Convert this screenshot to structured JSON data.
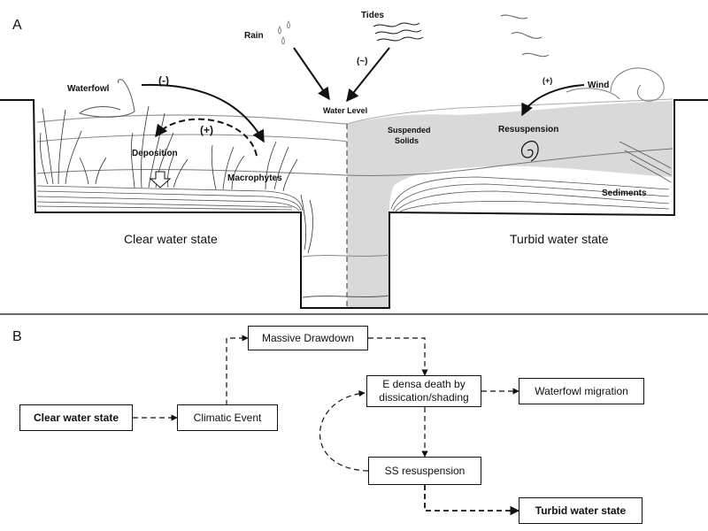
{
  "panel_a": {
    "letter": "A",
    "labels": {
      "rain": "Rain",
      "tides": "Tides",
      "tides_sign": "(~)",
      "waterfowl": "Waterfowl",
      "waterfowl_sign": "(-)",
      "feedback_sign": "(+)",
      "deposition": "Deposition",
      "macrophytes": "Macrophytes",
      "water_level": "Water Level",
      "suspended_solids_1": "Suspended",
      "suspended_solids_2": "Solids",
      "resuspension": "Resuspension",
      "wind_sign": "(+)",
      "wind": "Wind",
      "sediments": "Sediments"
    },
    "clear_state": "Clear water state",
    "turbid_state": "Turbid water state"
  },
  "panel_b": {
    "letter": "B",
    "nodes": {
      "clear": "Clear water state",
      "climatic": "Climatic Event",
      "drawdown": "Massive Drawdown",
      "death_line1": "E densa death by",
      "death_line2": "dissication/shading",
      "waterfowl": "Waterfowl migration",
      "resuspension": "SS resuspension",
      "turbid": "Turbid water state"
    }
  },
  "colors": {
    "ink": "#111111",
    "turbid_fill": "#d9d9d9",
    "sediment": "#555555"
  }
}
